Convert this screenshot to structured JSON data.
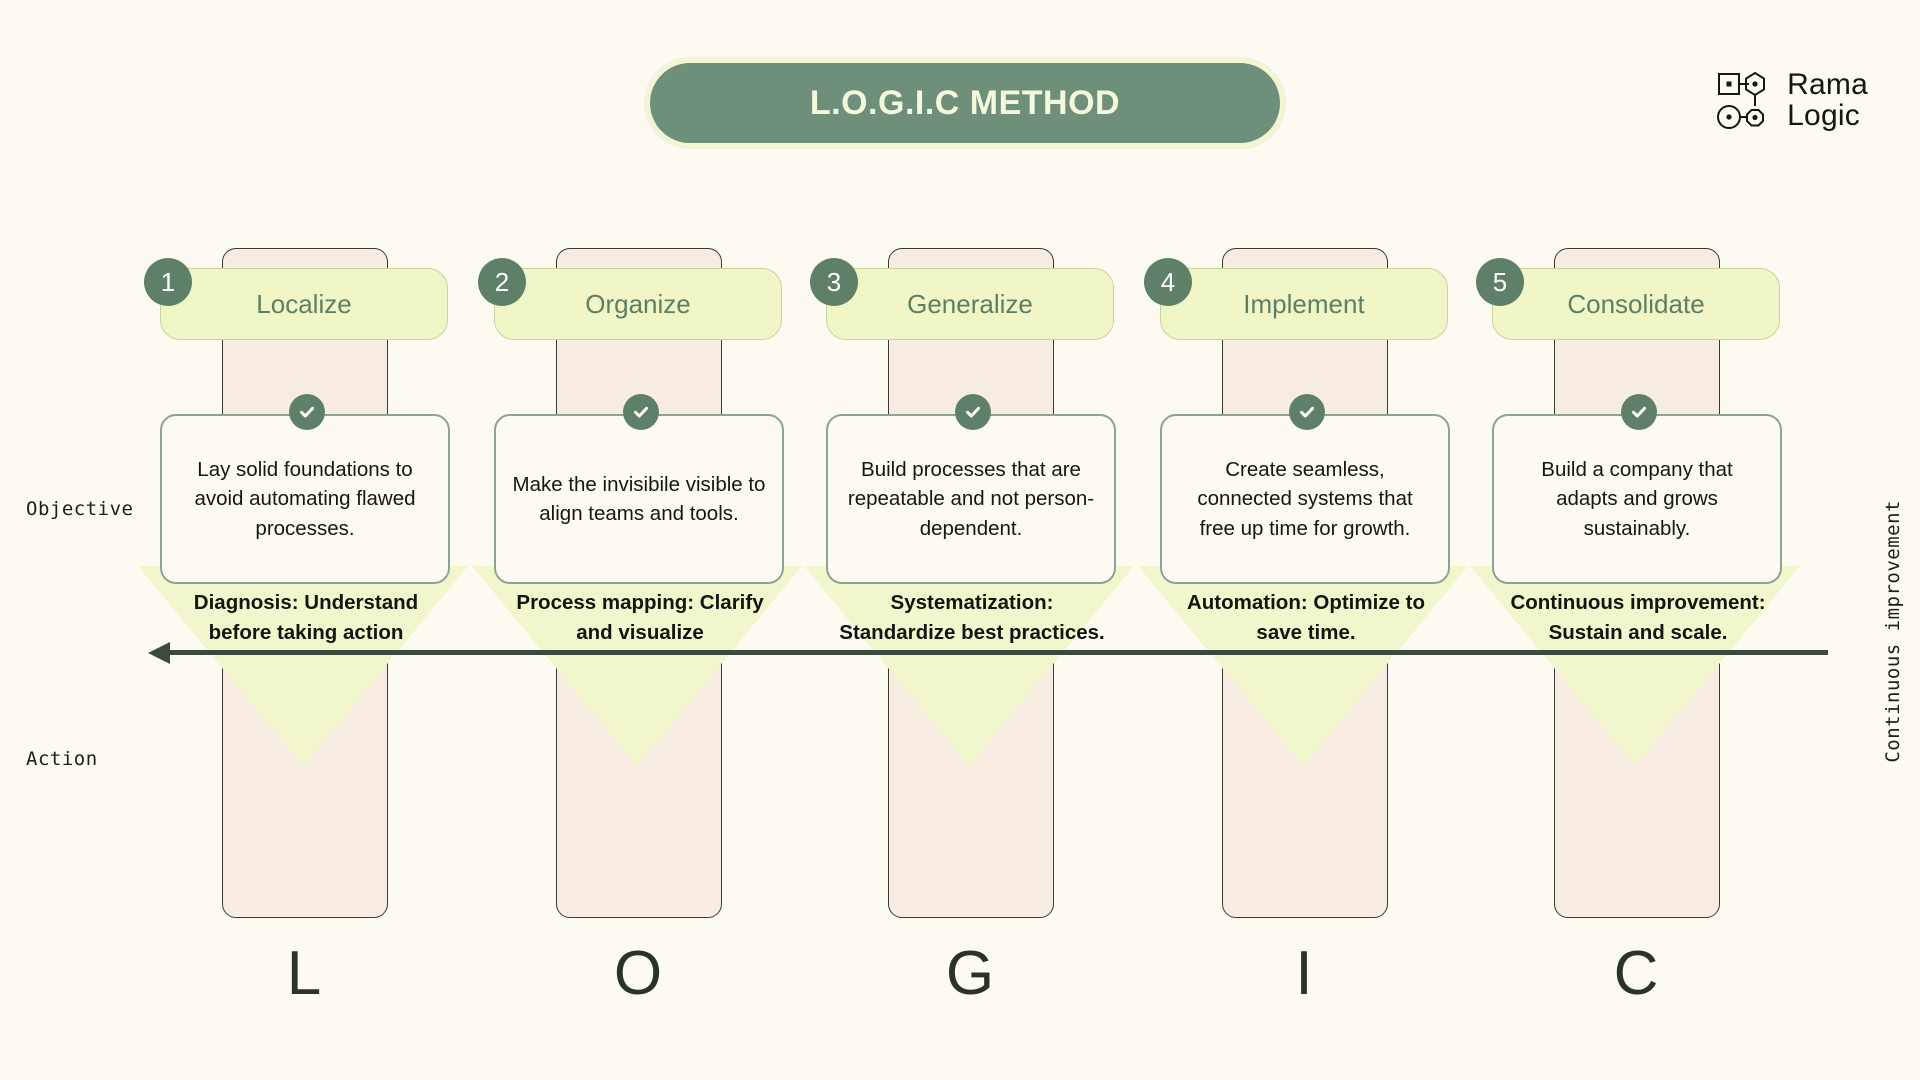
{
  "header": {
    "title": "L.O.G.I.C METHOD",
    "logo": {
      "line1": "Rama",
      "line2": "Logic",
      "mark_name": "rama-logic-node-graph-icon"
    }
  },
  "row_labels": {
    "objective": "Objective",
    "action": "Action",
    "side": "Continuous improvement"
  },
  "colors": {
    "background": "#fdfaf2",
    "accent_green": "#6e8f7a",
    "badge_green": "#5f8068",
    "pill_yellow": "#f1f6c6",
    "band_beige": "#f6ece1",
    "triangle_yellow": "#f2f6cd",
    "arrow": "#3b4a3c",
    "pill_text": "#5e7f63"
  },
  "steps": [
    {
      "number": "1",
      "name": "Localize",
      "letter": "L",
      "objective": "Lay solid foundations to avoid automating flawed processes.",
      "action": "Diagnosis: Understand before taking action"
    },
    {
      "number": "2",
      "name": "Organize",
      "letter": "O",
      "objective": "Make the invisibile visible to align teams and tools.",
      "action": "Process mapping: Clarify and visualize"
    },
    {
      "number": "3",
      "name": "Generalize",
      "letter": "G",
      "objective": "Build processes that are repeatable and not person-dependent.",
      "action": "Systematization: Standardize best practices."
    },
    {
      "number": "4",
      "name": "Implement",
      "letter": "I",
      "objective": "Create seamless, connected systems that free up time for growth.",
      "action": "Automation: Optimize to save time."
    },
    {
      "number": "5",
      "name": "Consolidate",
      "letter": "C",
      "objective": "Build a company that adapts and grows sustainably.",
      "action": "Continuous improvement: Sustain and scale."
    }
  ]
}
